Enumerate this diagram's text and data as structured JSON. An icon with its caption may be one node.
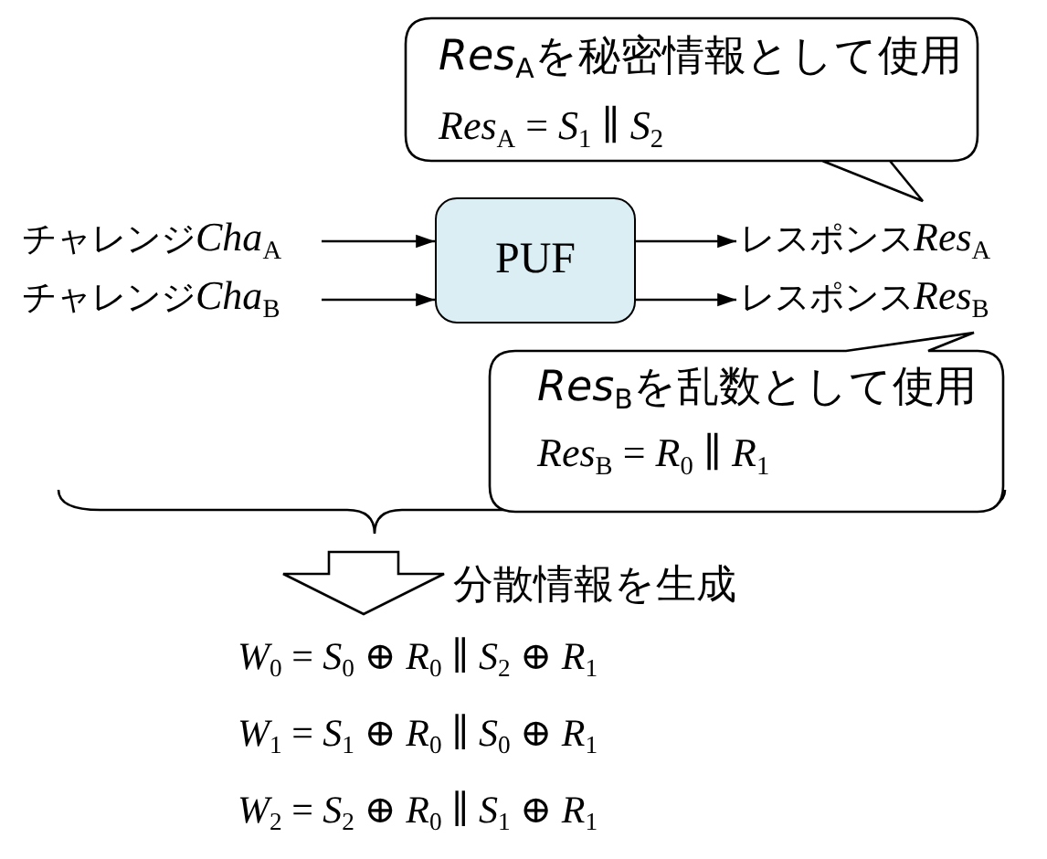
{
  "diagram": {
    "nodes": [
      {
        "text": [
          "チャレンジ",
          "*Cha*$_{A}$"
        ]
      },
      {
        "text": [
          "チャレンジ",
          "*Cha*$_{B}$"
        ]
      },
      {
        "text": [
          "PUF"
        ]
      },
      {
        "text": [
          "レスポンス",
          "*Res*$_{A}$"
        ]
      },
      {
        "text": [
          "レスポンス",
          "*Res*$_{B}$"
        ]
      },
      {
        "text": [
          "*Res*$_{A}$を秘密情報として使用",
          "*Res*$_{A}$ = *S*$_{1}$ ∥ *S*$_{2}$"
        ]
      },
      {
        "text": [
          "*Res*$_{B}$を乱数として使用",
          "*Res*$_{B}$ = *R*$_{0}$ ∥ *R*$_{1}$"
        ]
      }
    ],
    "edges": [
      {
        "from": 0,
        "to": 2,
        "arrow": "to"
      },
      {
        "from": 1,
        "to": 2,
        "arrow": "to"
      },
      {
        "from": 2,
        "to": 3,
        "arrow": "to"
      },
      {
        "from": 2,
        "to": 4,
        "arrow": "to"
      }
    ],
    "labels": [
      "分散情報を生成",
      "*W*$_{0}$ = *S*$_{0}$ ⊕ *R*$_{0}$ ∥ *S*$_{2}$ ⊕ *R*$_{1}$",
      "*W*$_{1}$ = *S*$_{1}$ ⊕ *R*$_{0}$ ∥ *S*$_{0}$ ⊕ *R*$_{1}$",
      "*W*$_{2}$ = *S*$_{2}$ ⊕ *R*$_{0}$ ∥ *S*$_{1}$ ⊕ *R*$_{1}$"
    ]
  }
}
